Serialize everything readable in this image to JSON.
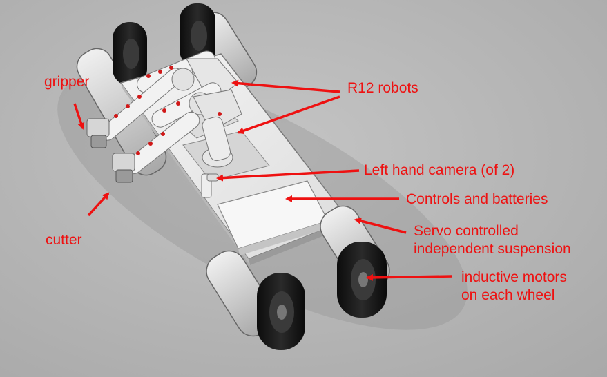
{
  "colors": {
    "background": "#b9b9b9",
    "label": "#ee1111",
    "arrow": "#ee1111",
    "chassis": "#e9e9e9",
    "tire": "#141414",
    "arm_accent": "#d01818"
  },
  "labels": {
    "gripper": "gripper",
    "cutter": "cutter",
    "r12_robots": "R12 robots",
    "left_hand_camera": "Left hand camera (of 2)",
    "controls_batteries": "Controls and batteries",
    "servo_line1": "Servo controlled",
    "servo_line2": "independent suspension",
    "motors_line1": "inductive motors",
    "motors_line2": "on each wheel"
  }
}
